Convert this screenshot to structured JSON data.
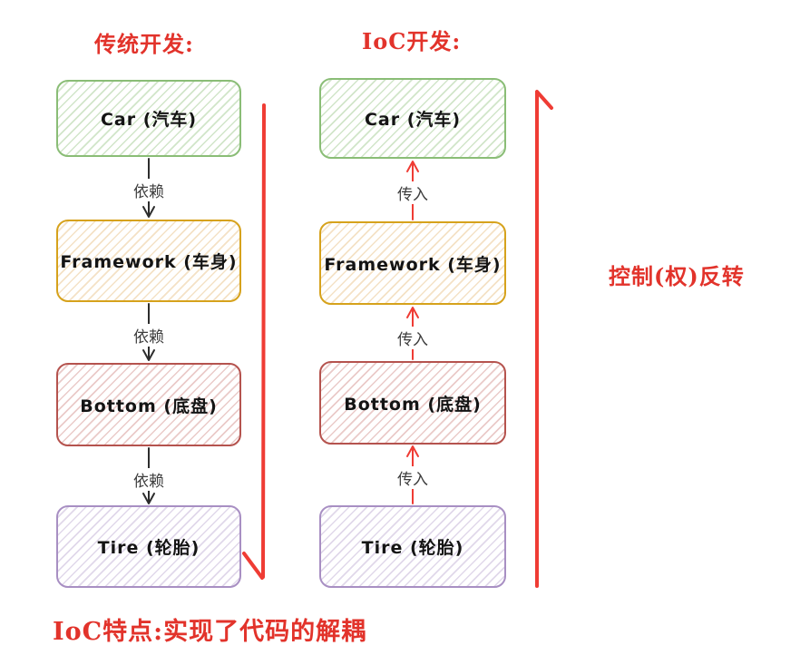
{
  "palette": {
    "red_text": "#e2332b",
    "red_arrow": "#ef3c34",
    "black_arrow": "#2d2d2d",
    "green_border": "#8abd76",
    "gold_border": "#d6a21c",
    "maroon_border": "#b5534e",
    "purple_border": "#a88fc3"
  },
  "headers": {
    "traditional": "传统开发:",
    "ioc": "IoC开发:"
  },
  "diagram": {
    "traditional": {
      "edge_label": "依赖",
      "boxes": [
        {
          "label": "Car (汽车)"
        },
        {
          "label": "Framework (车身)"
        },
        {
          "label": "Bottom (底盘)"
        },
        {
          "label": "Tire (轮胎)"
        }
      ]
    },
    "ioc": {
      "edge_label": "传入",
      "boxes": [
        {
          "label": "Car (汽车)"
        },
        {
          "label": "Framework (车身)"
        },
        {
          "label": "Bottom (底盘)"
        },
        {
          "label": "Tire (轮胎)"
        }
      ]
    }
  },
  "annotations": {
    "side_label": "控制(权)反转",
    "footer": "IoC特点:实现了代码的解耦"
  }
}
